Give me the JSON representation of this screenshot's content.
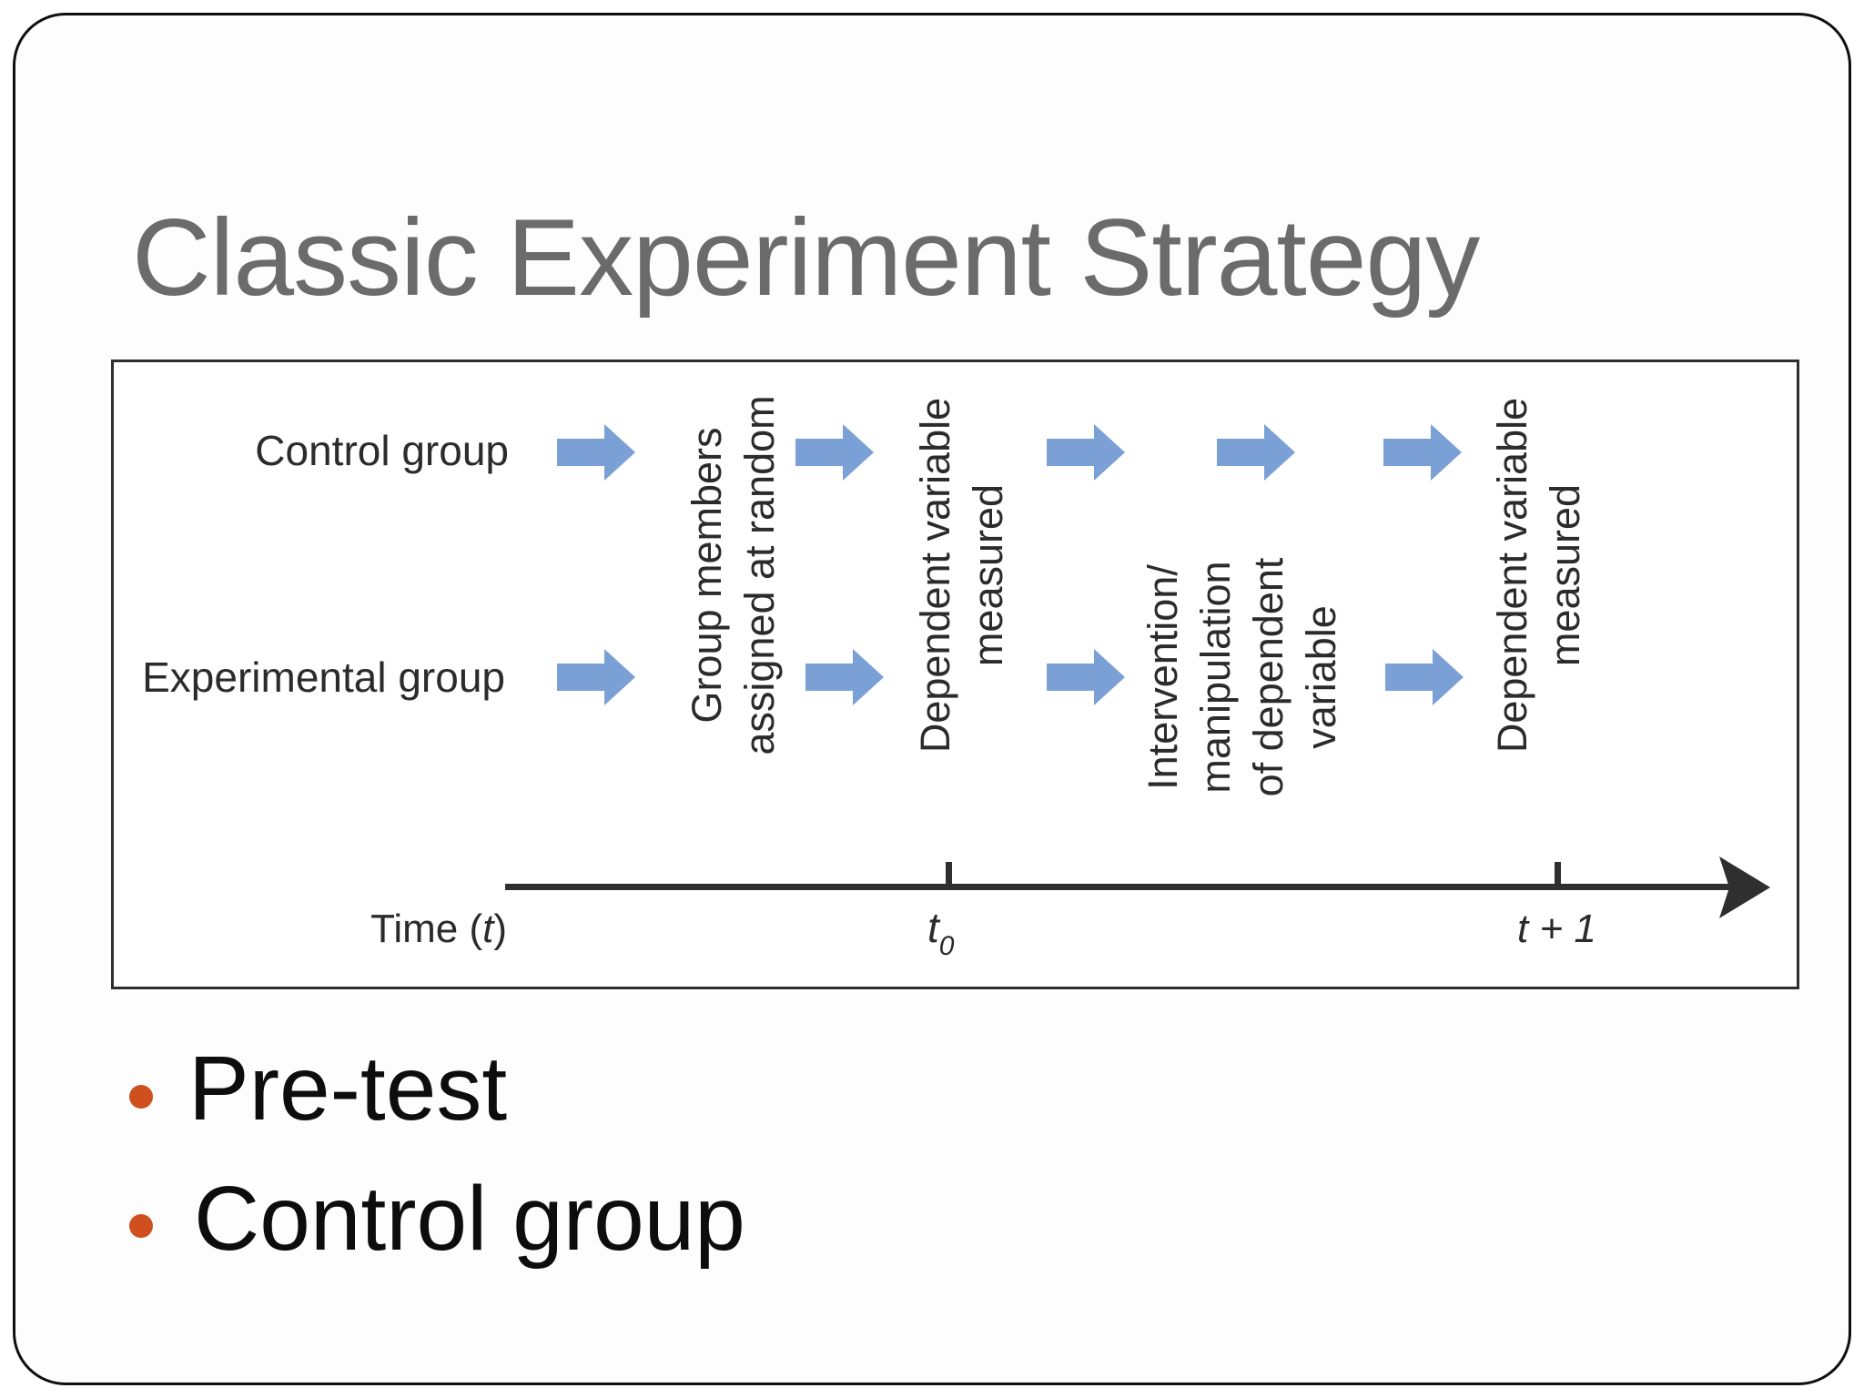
{
  "slide": {
    "title": "Classic Experiment Strategy",
    "colors": {
      "title": "#6b6b6b",
      "ink": "#2b2b2b",
      "arrow_blue": "#7ba0d5",
      "bullet_orange": "#cf4f1e"
    }
  },
  "diagram": {
    "rows": {
      "control": {
        "label": "Control group"
      },
      "experimental": {
        "label": "Experimental group"
      }
    },
    "steps": {
      "random_assignment": {
        "lines": [
          "Group members",
          "assigned at random"
        ]
      },
      "pretest_measure": {
        "lines": [
          "Dependent variable",
          "measured"
        ]
      },
      "intervention": {
        "lines": [
          "Intervention/",
          "manipulation",
          "of dependent",
          "variable"
        ]
      },
      "posttest_measure": {
        "lines": [
          "Dependent variable",
          "measured"
        ]
      }
    },
    "timeline": {
      "time_label_prefix": "Time (",
      "time_label_var": "t",
      "time_label_suffix": ")",
      "t0_base": "t",
      "t0_sub": "0",
      "t1_label": "t + 1"
    }
  },
  "bullets": [
    {
      "label": "Pre-test"
    },
    {
      "label": "Control group"
    }
  ]
}
